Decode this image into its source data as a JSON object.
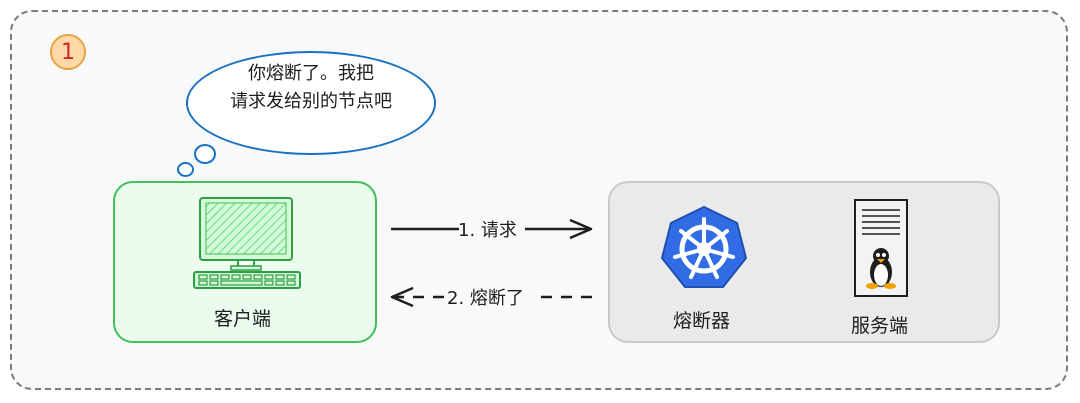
{
  "step_badge": "1",
  "thought_bubble": {
    "line1": "你熔断了。我把",
    "line2": "请求发给别的节点吧"
  },
  "client": {
    "label": "客户端"
  },
  "arrows": {
    "request_label": "1. 请求",
    "response_label": "2. 熔断了"
  },
  "server_group": {
    "breaker_label": "熔断器",
    "server_label": "服务端"
  },
  "colors": {
    "bubble_stroke": "#1971c2",
    "client_stroke": "#40c057",
    "client_fill": "#ebfbee",
    "badge_fill": "#ffd8a8",
    "badge_text": "#c92a2a",
    "breaker_fill": "#326ce5"
  },
  "icons": [
    "computer-icon",
    "kubernetes-helm-icon",
    "server-tower-icon",
    "linux-penguin-icon"
  ]
}
